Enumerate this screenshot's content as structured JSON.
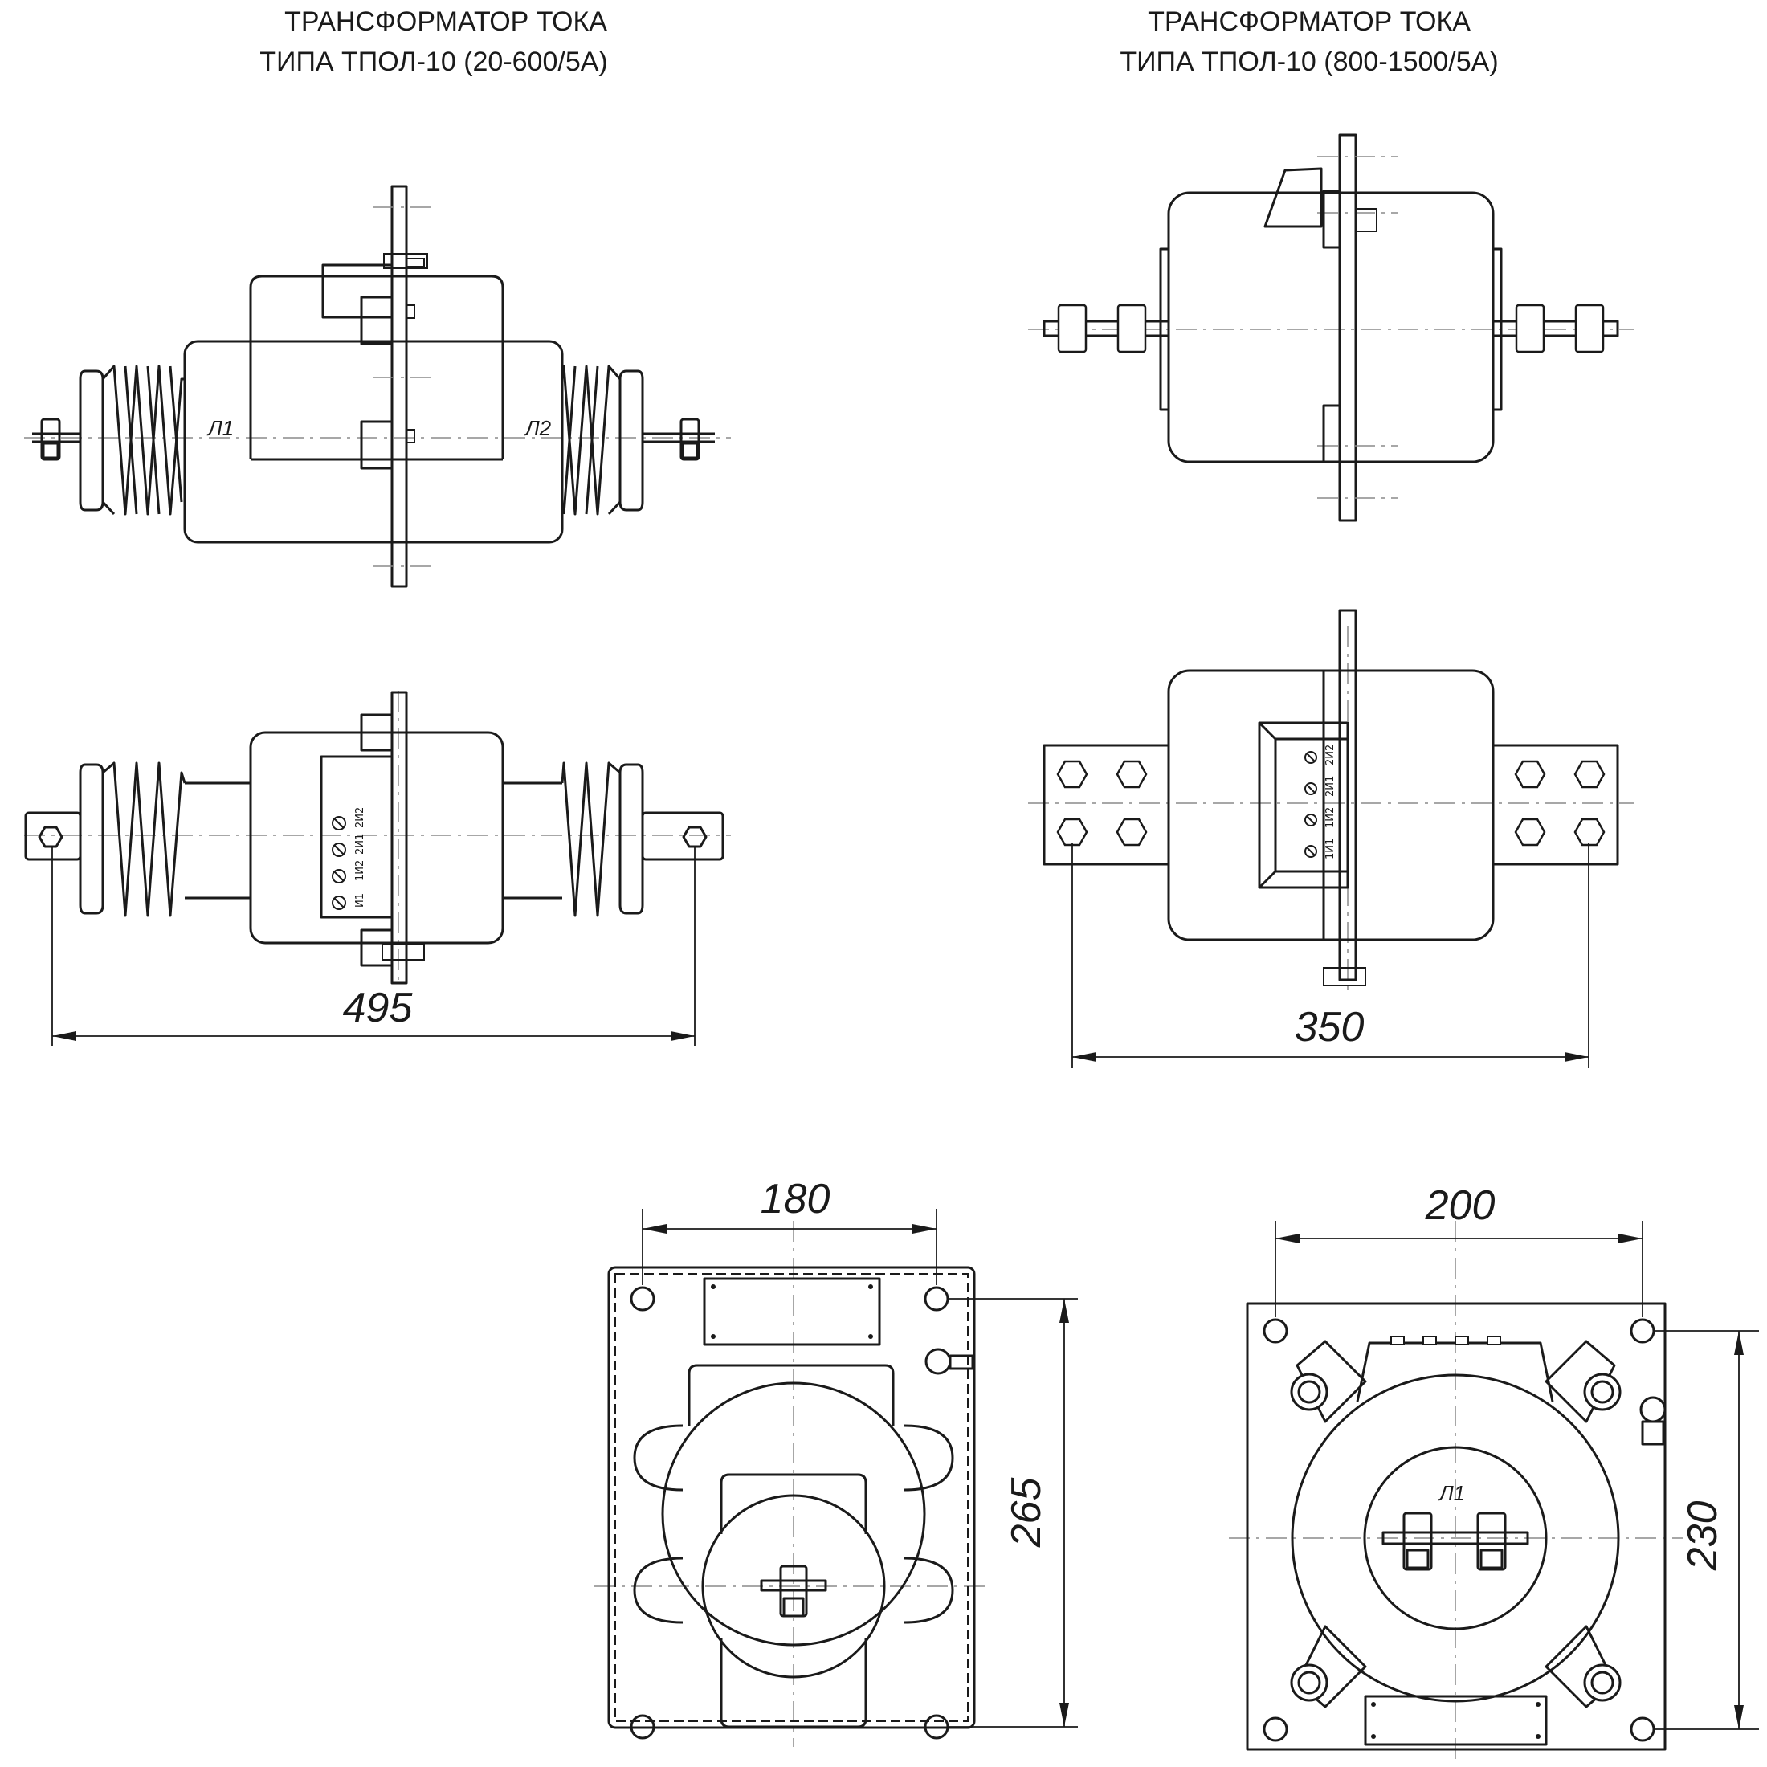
{
  "titles": {
    "left_line1": "ТРАНСФОРМАТОР ТОКА",
    "left_line2": "ТИПА ТПОЛ-10 (20-600/5А)",
    "right_line1": "ТРАНСФОРМАТОР ТОКА",
    "right_line2": "ТИПА ТПОЛ-10 (800-1500/5А)"
  },
  "markings": {
    "l1": "Л1",
    "l2": "Л2",
    "l1_end_view": "Л1"
  },
  "terminals": {
    "small": [
      "И1",
      "1И2",
      "2И1",
      "2И2"
    ],
    "large": [
      "1И1",
      "1И2",
      "2И1",
      "2И2"
    ]
  },
  "dimensions": {
    "left_length": "495",
    "right_length": "350",
    "left_end_width": "180",
    "left_end_height": "265",
    "right_end_width": "200",
    "right_end_height": "230"
  }
}
